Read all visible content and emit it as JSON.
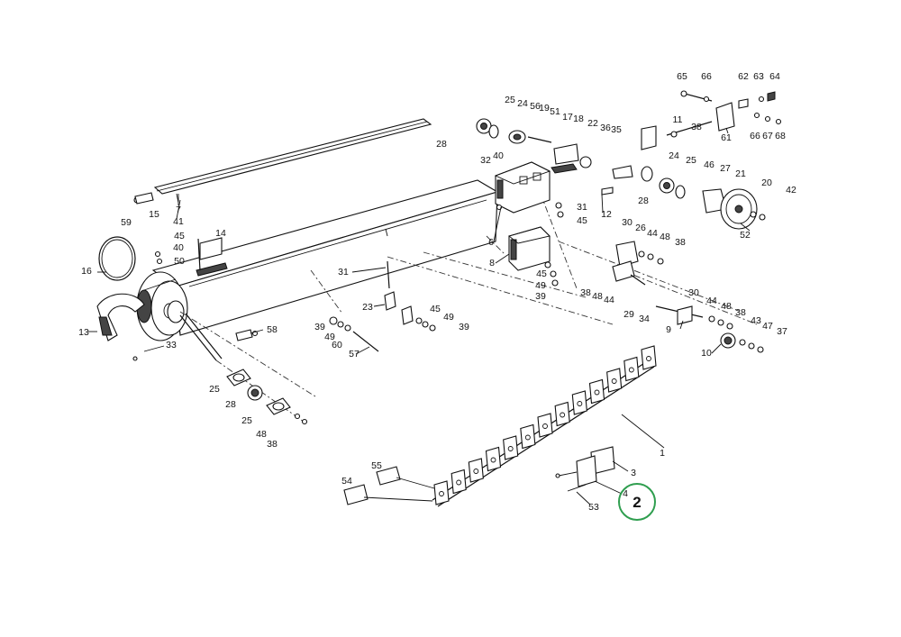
{
  "callouts": [
    {
      "id": "c65",
      "label": "65"
    },
    {
      "id": "c66a",
      "label": "66"
    },
    {
      "id": "c62",
      "label": "62"
    },
    {
      "id": "c63",
      "label": "63"
    },
    {
      "id": "c64",
      "label": "64"
    },
    {
      "id": "c11",
      "label": "11"
    },
    {
      "id": "c38a",
      "label": "38"
    },
    {
      "id": "c61",
      "label": "61"
    },
    {
      "id": "c66b",
      "label": "66"
    },
    {
      "id": "c67",
      "label": "67"
    },
    {
      "id": "c68",
      "label": "68"
    },
    {
      "id": "c25a",
      "label": "25"
    },
    {
      "id": "c24a",
      "label": "24"
    },
    {
      "id": "c56",
      "label": "56"
    },
    {
      "id": "c19",
      "label": "19"
    },
    {
      "id": "c51",
      "label": "51"
    },
    {
      "id": "c17",
      "label": "17"
    },
    {
      "id": "c18",
      "label": "18"
    },
    {
      "id": "c22",
      "label": "22"
    },
    {
      "id": "c36",
      "label": "36"
    },
    {
      "id": "c35",
      "label": "35"
    },
    {
      "id": "c28a",
      "label": "28"
    },
    {
      "id": "c32",
      "label": "32"
    },
    {
      "id": "c40a",
      "label": "40"
    },
    {
      "id": "c24b",
      "label": "24"
    },
    {
      "id": "c25b",
      "label": "25"
    },
    {
      "id": "c46",
      "label": "46"
    },
    {
      "id": "c27",
      "label": "27"
    },
    {
      "id": "c21",
      "label": "21"
    },
    {
      "id": "c28b",
      "label": "28"
    },
    {
      "id": "c20",
      "label": "20"
    },
    {
      "id": "c42",
      "label": "42"
    },
    {
      "id": "c52",
      "label": "52"
    },
    {
      "id": "c7",
      "label": "7"
    },
    {
      "id": "c59",
      "label": "59"
    },
    {
      "id": "c15",
      "label": "15"
    },
    {
      "id": "c12",
      "label": "12"
    },
    {
      "id": "c31a",
      "label": "31"
    },
    {
      "id": "c45a",
      "label": "45"
    },
    {
      "id": "c6",
      "label": "6"
    },
    {
      "id": "c41",
      "label": "41"
    },
    {
      "id": "c45b",
      "label": "45"
    },
    {
      "id": "c14",
      "label": "14"
    },
    {
      "id": "c40b",
      "label": "40"
    },
    {
      "id": "c50",
      "label": "50"
    },
    {
      "id": "c16",
      "label": "16"
    },
    {
      "id": "c30a",
      "label": "30"
    },
    {
      "id": "c26",
      "label": "26"
    },
    {
      "id": "c44a",
      "label": "44"
    },
    {
      "id": "c48a",
      "label": "48"
    },
    {
      "id": "c38b",
      "label": "38"
    },
    {
      "id": "c8",
      "label": "8"
    },
    {
      "id": "c45c",
      "label": "45"
    },
    {
      "id": "c49a",
      "label": "49"
    },
    {
      "id": "c39a",
      "label": "39"
    },
    {
      "id": "c31b",
      "label": "31"
    },
    {
      "id": "c38c",
      "label": "38"
    },
    {
      "id": "c48b",
      "label": "48"
    },
    {
      "id": "c44b",
      "label": "44"
    },
    {
      "id": "c29",
      "label": "29"
    },
    {
      "id": "c30b",
      "label": "30"
    },
    {
      "id": "c44c",
      "label": "44"
    },
    {
      "id": "c48c",
      "label": "48"
    },
    {
      "id": "c38d",
      "label": "38"
    },
    {
      "id": "c34",
      "label": "34"
    },
    {
      "id": "c9",
      "label": "9"
    },
    {
      "id": "c43",
      "label": "43"
    },
    {
      "id": "c47",
      "label": "47"
    },
    {
      "id": "c37",
      "label": "37"
    },
    {
      "id": "c10",
      "label": "10"
    },
    {
      "id": "c13",
      "label": "13"
    },
    {
      "id": "c23",
      "label": "23"
    },
    {
      "id": "c45d",
      "label": "45"
    },
    {
      "id": "c49b",
      "label": "49"
    },
    {
      "id": "c39b",
      "label": "39"
    },
    {
      "id": "c39c",
      "label": "39"
    },
    {
      "id": "c49c",
      "label": "49"
    },
    {
      "id": "c60",
      "label": "60"
    },
    {
      "id": "c57",
      "label": "57"
    },
    {
      "id": "c58",
      "label": "58"
    },
    {
      "id": "c33",
      "label": "33"
    },
    {
      "id": "c25c",
      "label": "25"
    },
    {
      "id": "c28c",
      "label": "28"
    },
    {
      "id": "c25d",
      "label": "25"
    },
    {
      "id": "c48d",
      "label": "48"
    },
    {
      "id": "c38e",
      "label": "38"
    },
    {
      "id": "c1",
      "label": "1"
    },
    {
      "id": "c3",
      "label": "3"
    },
    {
      "id": "c4",
      "label": "4"
    },
    {
      "id": "c53",
      "label": "53"
    },
    {
      "id": "c55",
      "label": "55"
    },
    {
      "id": "c54",
      "label": "54"
    }
  ],
  "badge": {
    "label": "2",
    "color": "#2f9e4f"
  }
}
